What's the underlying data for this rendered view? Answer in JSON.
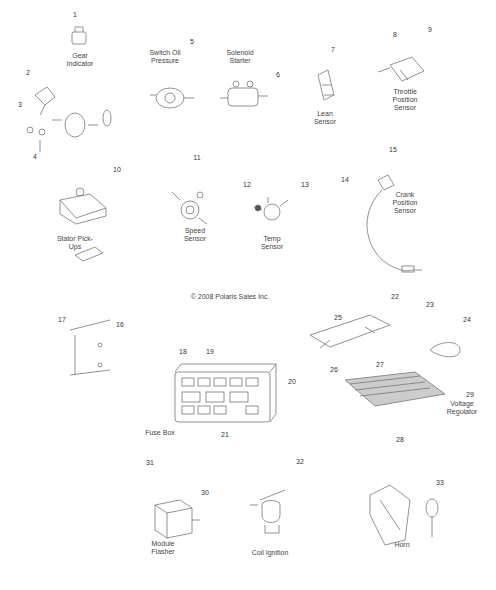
{
  "diagram": {
    "labels": [
      "Gear Indicator",
      "Switch Oil Pressure",
      "Solenoid Starter",
      "Lean Sensor",
      "Throttle Position Sensor",
      "Stator Pick-Ups",
      "Speed Sensor",
      "Temp Sensor",
      "Crank Position Sensor",
      "© 2008 Polaris Sales Inc.",
      "Fuse Box",
      "Voltage Regulator",
      "Module Flasher",
      "Coil Ignition",
      "Horn",
      "1",
      "2",
      "3",
      "4",
      "5",
      "6",
      "7",
      "8",
      "9",
      "10",
      "11",
      "12",
      "13",
      "14",
      "15",
      "16",
      "17",
      "18",
      "19",
      "20",
      "21",
      "22",
      "23",
      "24",
      "25",
      "26",
      "27",
      "28",
      "29",
      "30",
      "31",
      "32",
      "33"
    ]
  }
}
